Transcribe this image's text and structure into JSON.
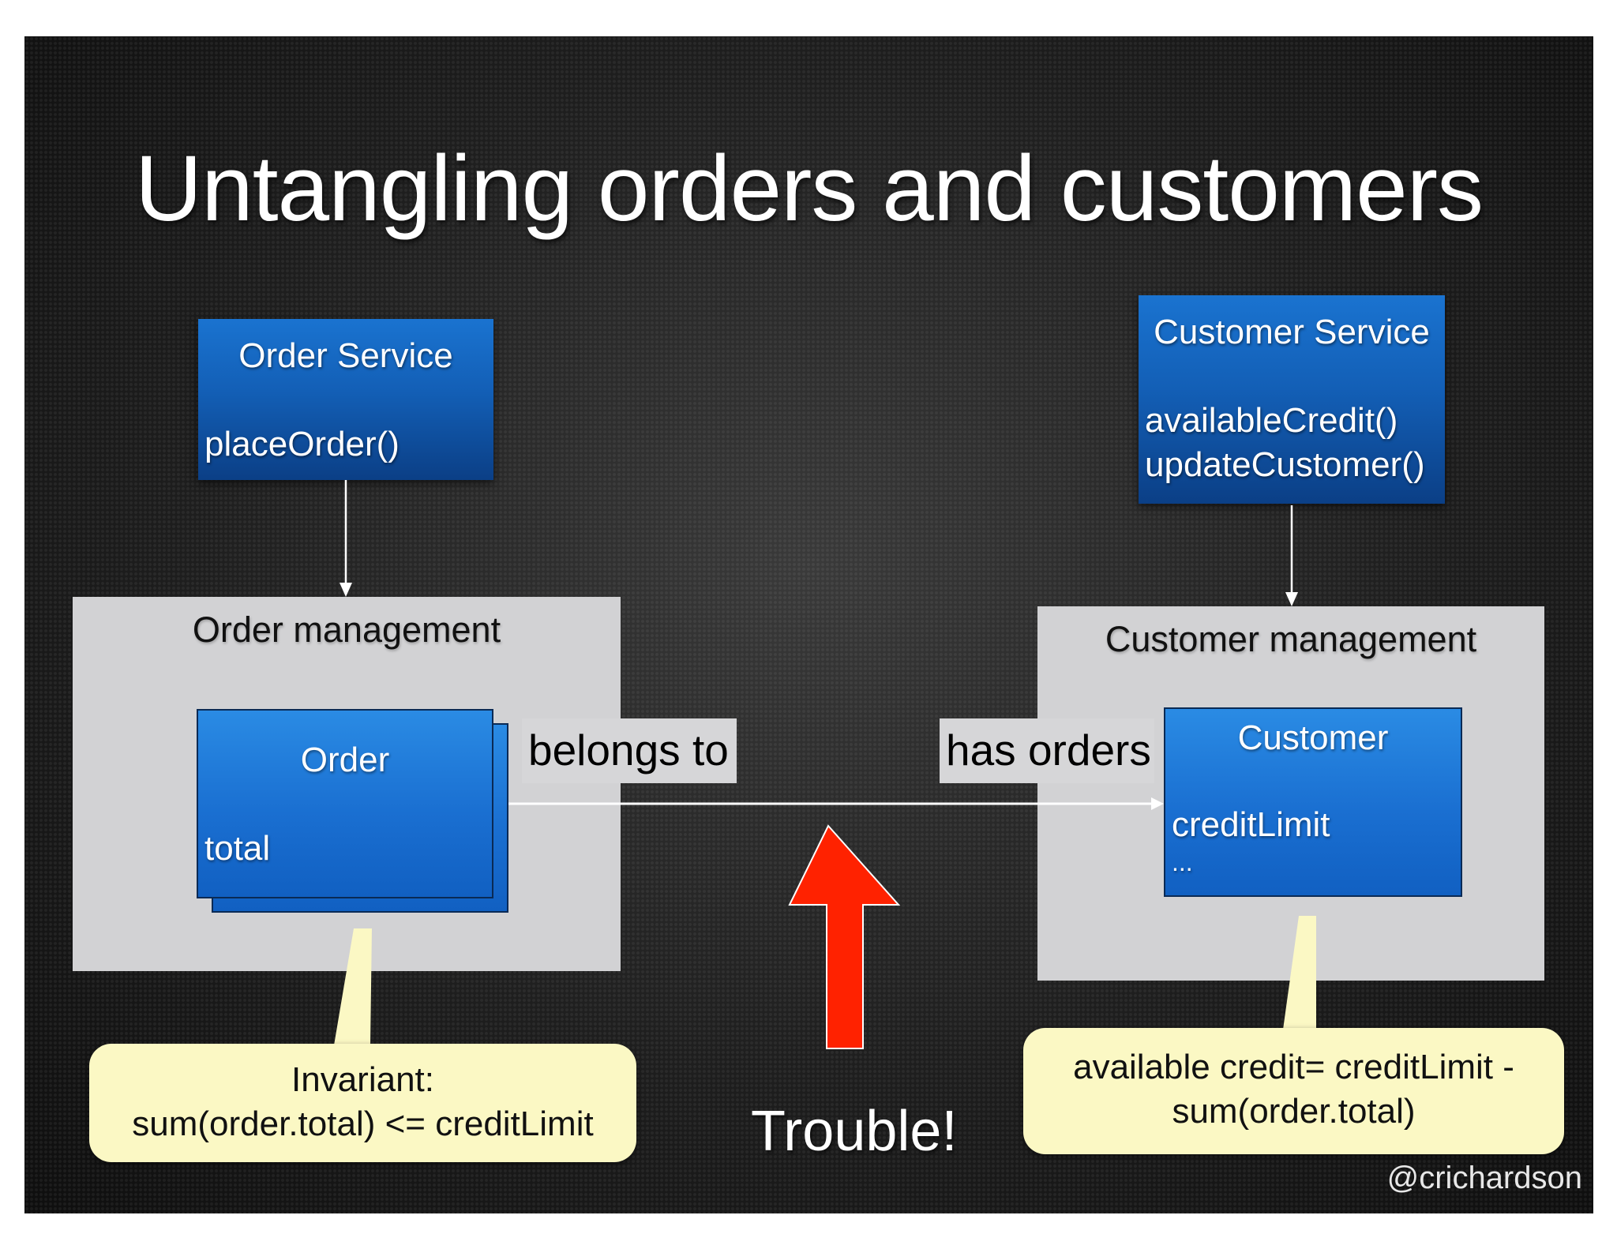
{
  "slide": {
    "title": "Untangling orders and customers",
    "order_service": {
      "title": "Order Service",
      "methods": [
        "placeOrder()"
      ]
    },
    "customer_service": {
      "title": "Customer Service",
      "methods": [
        "availableCredit()",
        "updateCustomer()"
      ]
    },
    "order_management": {
      "label": "Order management"
    },
    "customer_management": {
      "label": "Customer management"
    },
    "order_entity": {
      "title": "Order",
      "fields": [
        "total"
      ]
    },
    "customer_entity": {
      "title": "Customer",
      "fields": [
        "creditLimit",
        "..."
      ]
    },
    "relation": {
      "belongs_to": "belongs to",
      "has_orders": "has orders"
    },
    "invariant_note": {
      "line1": "Invariant:",
      "line2": "sum(order.total) <= creditLimit"
    },
    "credit_note": {
      "line1": "available credit= creditLimit -",
      "line2": "sum(order.total)"
    },
    "trouble_label": "Trouble!",
    "author_handle": "@crichardson",
    "colors": {
      "service_blue": "#135fb6",
      "entity_blue": "#1a6fd1",
      "management_gray": "#d2d2d4",
      "note_yellow": "#fbf8c4",
      "trouble_red": "#ff2200"
    }
  }
}
